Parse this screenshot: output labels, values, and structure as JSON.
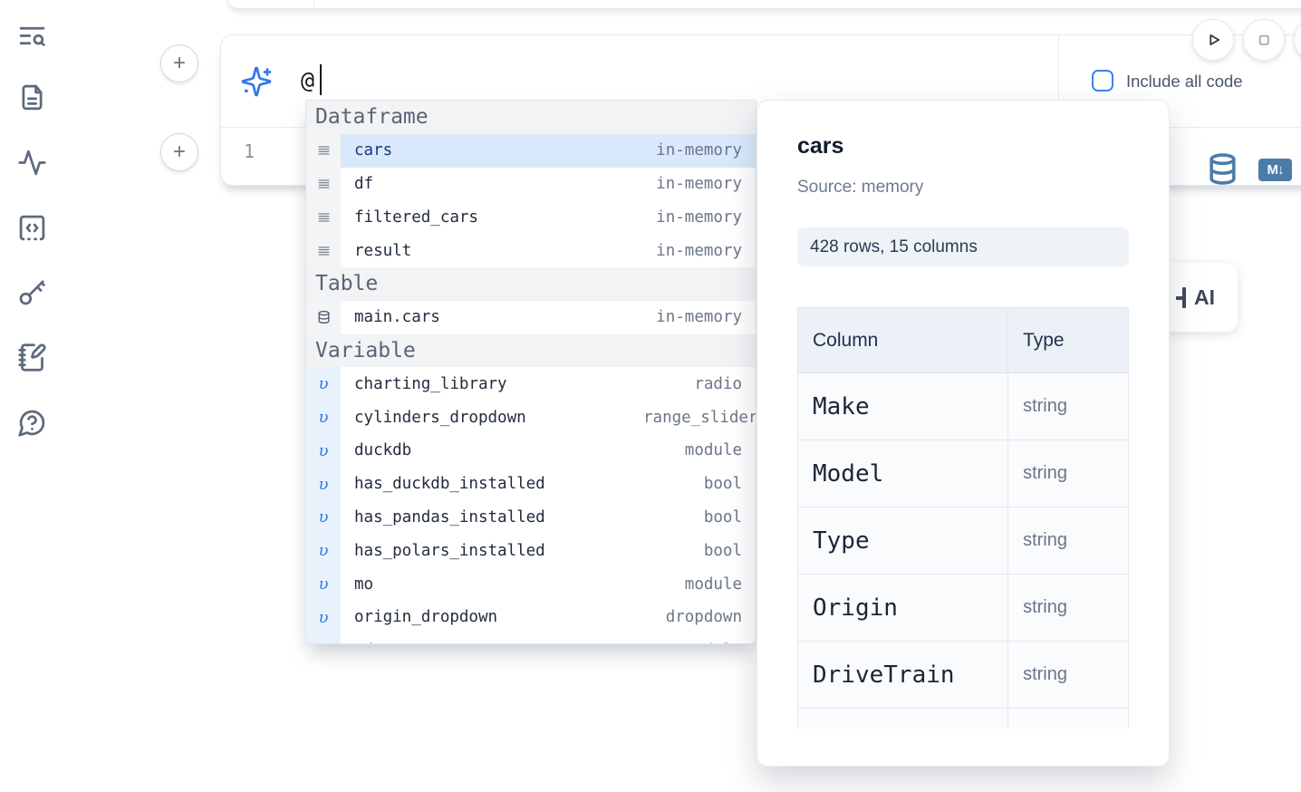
{
  "colors": {
    "accent_blue": "#3b82f6",
    "steel_blue": "#4b7ca8",
    "selection_bg": "#d9e9fb"
  },
  "sidebar": {
    "icons": [
      "text-search",
      "file-text",
      "activity",
      "snippets-code-box",
      "key",
      "notebook-pen",
      "help-chat"
    ]
  },
  "toolbar": {
    "run_icon": "play",
    "stop_icon": "stop"
  },
  "prompt_cell": {
    "input_value": "@",
    "include_all_code_label": "Include all code",
    "include_all_code_checked": false,
    "line_number": "1",
    "action_icons": [
      "database",
      "markdown-export"
    ],
    "markdown_badge_text": "M↓"
  },
  "add_cell_buttons": {
    "label": "+"
  },
  "ai_button": {
    "visible_label": "AI"
  },
  "autocomplete": {
    "sections": [
      {
        "label": "Dataframe",
        "kind": "dataframe",
        "items": [
          {
            "name": "cars",
            "type": "in-memory",
            "selected": true
          },
          {
            "name": "df",
            "type": "in-memory"
          },
          {
            "name": "filtered_cars",
            "type": "in-memory"
          },
          {
            "name": "result",
            "type": "in-memory"
          }
        ]
      },
      {
        "label": "Table",
        "kind": "table",
        "items": [
          {
            "name": "main.cars",
            "type": "in-memory"
          }
        ]
      },
      {
        "label": "Variable",
        "kind": "variable",
        "items": [
          {
            "name": "charting_library",
            "type": "radio"
          },
          {
            "name": "cylinders_dropdown",
            "type": "range_slider"
          },
          {
            "name": "duckdb",
            "type": "module"
          },
          {
            "name": "has_duckdb_installed",
            "type": "bool"
          },
          {
            "name": "has_pandas_installed",
            "type": "bool"
          },
          {
            "name": "has_polars_installed",
            "type": "bool"
          },
          {
            "name": "mo",
            "type": "module"
          },
          {
            "name": "origin_dropdown",
            "type": "dropdown"
          },
          {
            "name": "pd",
            "type": "module"
          }
        ]
      }
    ]
  },
  "preview": {
    "title": "cars",
    "source": "Source: memory",
    "shape_badge": "428 rows, 15 columns",
    "table": {
      "headers": [
        "Column",
        "Type"
      ],
      "rows": [
        [
          "Make",
          "string"
        ],
        [
          "Model",
          "string"
        ],
        [
          "Type",
          "string"
        ],
        [
          "Origin",
          "string"
        ],
        [
          "DriveTrain",
          "string"
        ]
      ]
    }
  }
}
